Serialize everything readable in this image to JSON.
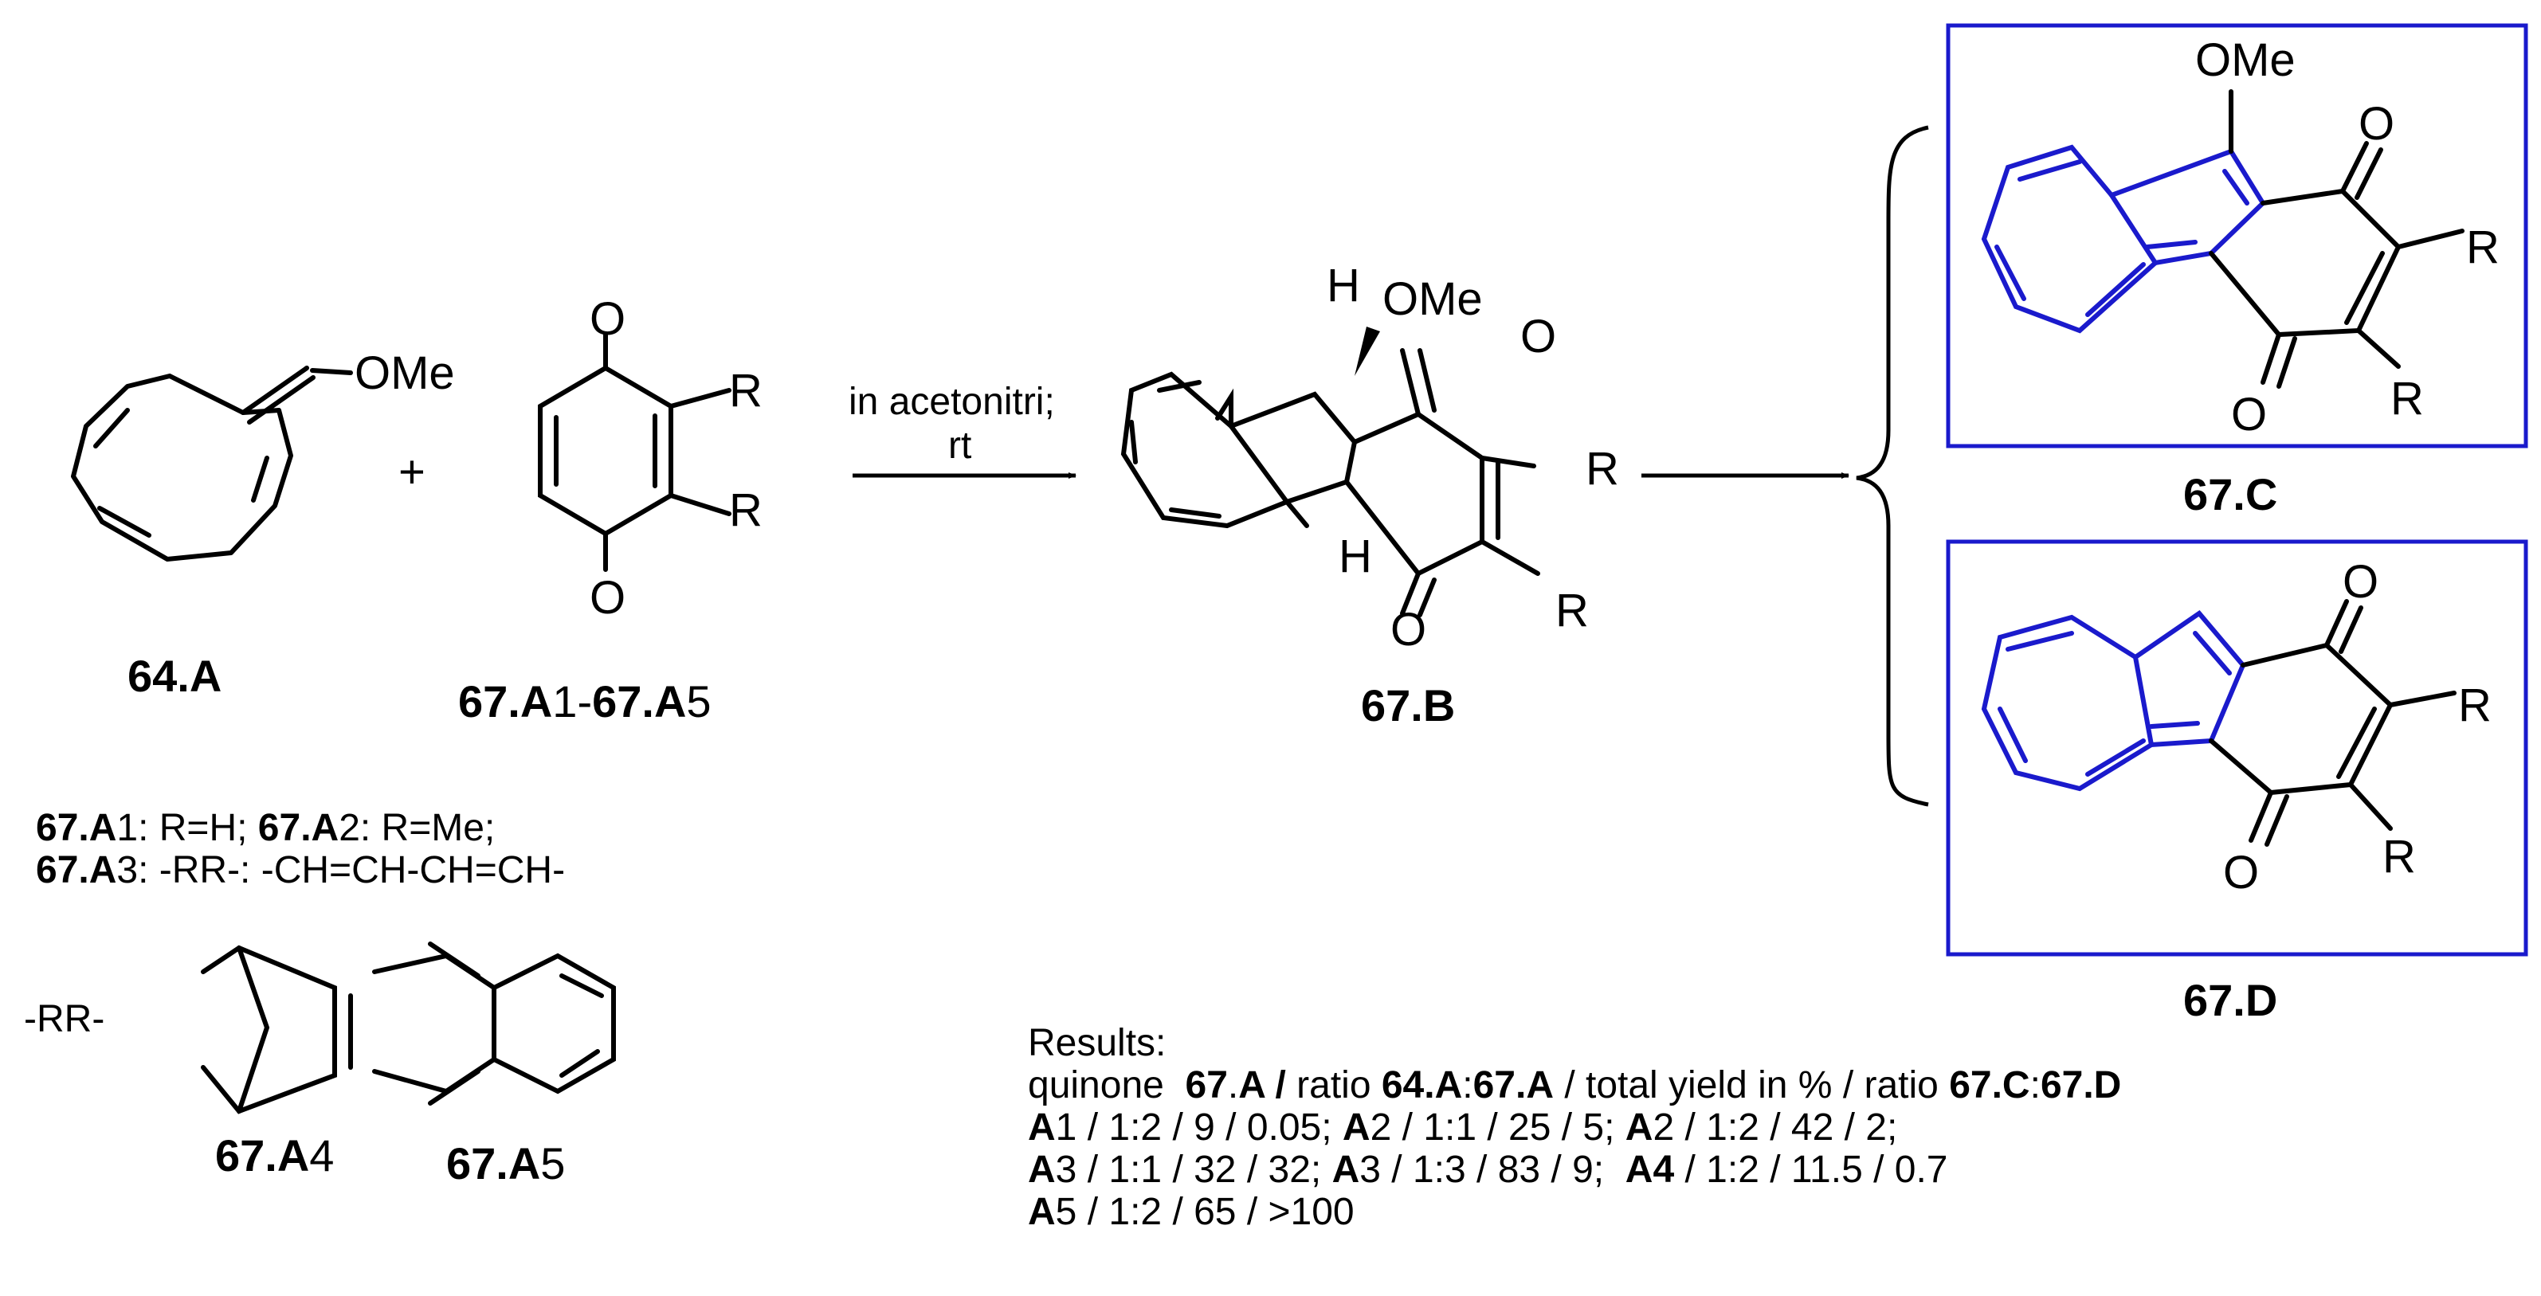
{
  "atoms": {
    "ome": "OMe",
    "o": "O",
    "r": "R",
    "h": "H",
    "plus": "+"
  },
  "arrow": {
    "line1": "in acetonitri;",
    "line2": "rt"
  },
  "compounds": {
    "c64a": "64.A",
    "c67a_prefix": "67.A",
    "c67a_mid": "1-",
    "c67a_prefix2": "67.A",
    "c67a_suffix": "5",
    "c67b": "67.B",
    "c67c": "67.C",
    "c67d": "67.D",
    "c67a4_prefix": "67.A",
    "c67a4_suffix": "4",
    "c67a5_prefix": "67.A",
    "c67a5_suffix": "5"
  },
  "definitions": {
    "line1": [
      {
        "t": "67.A",
        "b": true
      },
      {
        "t": "1: R=H; ",
        "b": false
      },
      {
        "t": "67.A",
        "b": true
      },
      {
        "t": "2: R=Me;",
        "b": false
      }
    ],
    "line2": [
      {
        "t": "67.A",
        "b": true
      },
      {
        "t": "3: -RR-: -CH=CH-CH=CH-",
        "b": false
      }
    ],
    "rr_label": "-RR-"
  },
  "results": {
    "heading": "Results:",
    "line1": [
      {
        "t": "quinone  ",
        "b": false
      },
      {
        "t": "67",
        "b": true
      },
      {
        "t": ".",
        "b": false
      },
      {
        "t": "A /",
        "b": true
      },
      {
        "t": " ratio ",
        "b": false
      },
      {
        "t": "64.A",
        "b": true
      },
      {
        "t": ":",
        "b": false
      },
      {
        "t": "67.A",
        "b": true
      },
      {
        "t": " / total yield in % / ratio ",
        "b": false
      },
      {
        "t": "67.C",
        "b": true
      },
      {
        "t": ":",
        "b": false
      },
      {
        "t": "67.D",
        "b": true
      }
    ],
    "line2": [
      {
        "t": "A",
        "b": true
      },
      {
        "t": "1 / 1:2 / 9 / 0.05; ",
        "b": false
      },
      {
        "t": "A",
        "b": true
      },
      {
        "t": "2 / 1:1 / 25 / 5; ",
        "b": false
      },
      {
        "t": "A",
        "b": true
      },
      {
        "t": "2 / 1:2 / 42 / 2;",
        "b": false
      }
    ],
    "line3": [
      {
        "t": "A",
        "b": true
      },
      {
        "t": "3 / 1:1 / 32 / 32; ",
        "b": false
      },
      {
        "t": "A",
        "b": true
      },
      {
        "t": "3 / 1:3 / 83 / 9;  ",
        "b": false
      },
      {
        "t": "A4",
        "b": true
      },
      {
        "t": " / 1:2 / 11.5 / 0.7",
        "b": false
      }
    ],
    "line4": [
      {
        "t": "A",
        "b": true
      },
      {
        "t": "5 / 1:2 / 65 / >100",
        "b": false
      }
    ]
  },
  "colors": {
    "highlight": "#1a1acc",
    "ink": "#000000"
  }
}
